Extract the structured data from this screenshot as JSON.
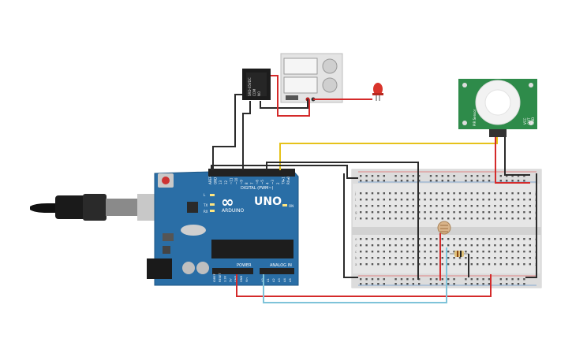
{
  "arduino": {
    "logo": "UNO",
    "brand": "ARDUINO",
    "digital_header": "DIGITAL (PWM~)",
    "power_label": "POWER",
    "analog_label": "ANALOG IN",
    "tx": "TX",
    "rx": "RX",
    "l": "L",
    "on": "ON",
    "digital_pins": [
      "AREF",
      "GND",
      "13",
      "12",
      "~11",
      "~10",
      "~9",
      "8",
      "7",
      "~6",
      "~5",
      "4",
      "~3",
      "2",
      "TX▸1",
      "RX◂0"
    ],
    "power_pins": [
      "IOREF",
      "RESET",
      "3.3V",
      "5V",
      "GND",
      "GND",
      "Vin"
    ],
    "analog_pins": [
      "A0",
      "A1",
      "A2",
      "A3",
      "A4",
      "A5"
    ]
  },
  "relay": {
    "labels": [
      "SRD-05VDC",
      "COM",
      "NO"
    ]
  },
  "pir": {
    "labels": [
      "PIR Sensor",
      "VCC",
      "OUT",
      "GND"
    ]
  },
  "breadboard": {
    "row_letters_top": [
      "j",
      "i",
      "h",
      "g",
      "f"
    ],
    "row_letters_bottom": [
      "e",
      "d",
      "c",
      "b",
      "a"
    ]
  },
  "colors": {
    "board": "#2a6ea6",
    "wire_black": "#2b2b2b",
    "wire_red": "#d42a2a",
    "wire_yellow": "#e6c21a",
    "wire_blue": "#7ec3d9",
    "led": "#d9342b",
    "pir_board": "#2e8b4a"
  }
}
